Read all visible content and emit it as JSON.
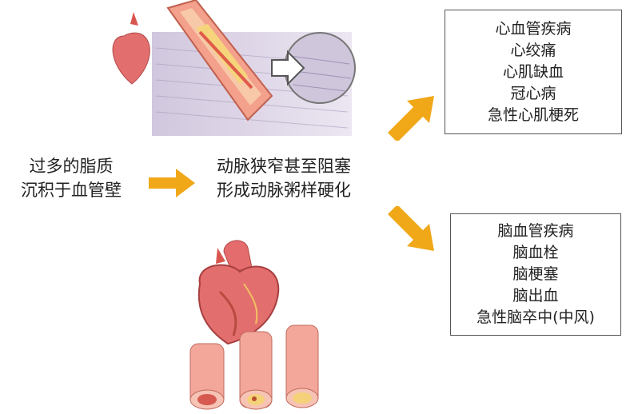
{
  "cause": {
    "lines": [
      "过多的脂质",
      "沉积于血管壁"
    ]
  },
  "effect": {
    "lines": [
      "动脉狭窄甚至阻塞",
      "形成动脉粥样硬化"
    ]
  },
  "heart_diseases": {
    "items": [
      "心血管疾病",
      "心绞痛",
      "心肌缺血",
      "冠心病",
      "急性心肌梗死"
    ]
  },
  "brain_diseases": {
    "items": [
      "脑血管疾病",
      "脑血栓",
      "脑梗塞",
      "脑出血",
      "急性脑卒中(中风)"
    ]
  },
  "colors": {
    "arrow": "#F0A819",
    "heart": "#E06A6A",
    "vessel": "#F2A79A",
    "plaque": "#F5D27A",
    "tissue": "#C7BFD6"
  }
}
